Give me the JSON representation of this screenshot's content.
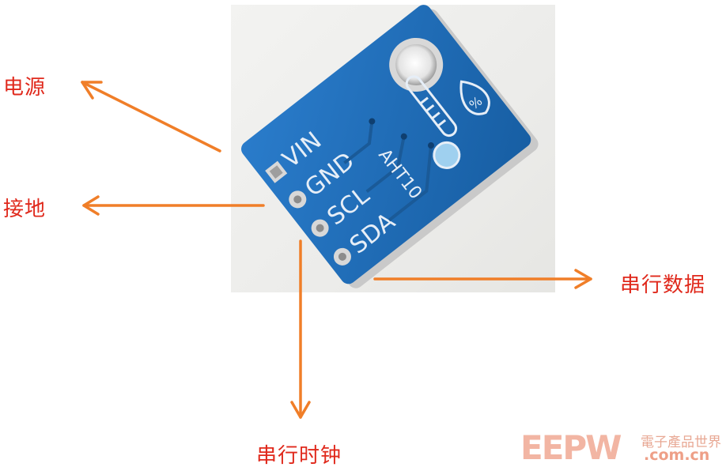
{
  "labels": {
    "power": "电源",
    "ground": "接地",
    "serial_data": "串行数据",
    "serial_clock": "串行时钟"
  },
  "board": {
    "pins": [
      "VIN",
      "GND",
      "SCL",
      "SDA"
    ],
    "chip_text": "AHT10",
    "humidity_symbol": "%"
  },
  "watermark": {
    "logo": "EEPW",
    "cn": "電子產品世界",
    "url": ".com.cn"
  },
  "colors": {
    "arrow": "#f07e28",
    "label": "#e0291c",
    "pcb": "#1f6fb8"
  }
}
